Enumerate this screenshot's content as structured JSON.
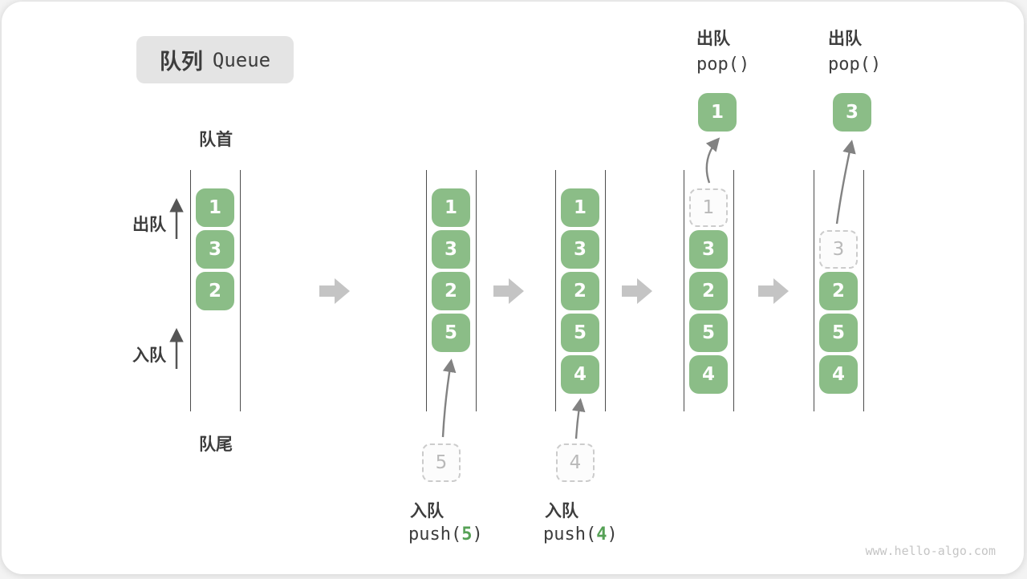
{
  "title": {
    "zh": "队列",
    "en": "Queue"
  },
  "side_labels": {
    "front": "队首",
    "rear": "队尾",
    "dequeue": "出队",
    "enqueue": "入队"
  },
  "watermark": "www.hello-algo.com",
  "colors": {
    "box_green": "#8bbd87",
    "accent_green": "#56a156",
    "text_dark": "#3d3d3d",
    "rail": "#4c4c4c",
    "curve_arrow": "#828282",
    "side_arrow": "#555555",
    "block_arrow": "#c4c4c4",
    "ghost_border": "#cccccc",
    "ghost_text": "#b9b9b9",
    "title_bg": "#e4e4e4",
    "watermark_color": "#c5c5c5"
  },
  "queues": [
    {
      "slots": [
        {
          "value": "1"
        },
        {
          "value": "3"
        },
        {
          "value": "2"
        }
      ]
    },
    {
      "slots": [
        {
          "value": "1"
        },
        {
          "value": "3"
        },
        {
          "value": "2"
        },
        {
          "value": "5"
        }
      ],
      "ghost": {
        "value": "5"
      },
      "op": {
        "label": "入队",
        "code_open": "push(",
        "arg": "5",
        "code_close": ")"
      }
    },
    {
      "slots": [
        {
          "value": "1"
        },
        {
          "value": "3"
        },
        {
          "value": "2"
        },
        {
          "value": "5"
        },
        {
          "value": "4"
        }
      ],
      "ghost": {
        "value": "4"
      },
      "op": {
        "label": "入队",
        "code_open": "push(",
        "arg": "4",
        "code_close": ")"
      }
    },
    {
      "ghost": {
        "value": "1"
      },
      "slots": [
        {
          "value": "3"
        },
        {
          "value": "2"
        },
        {
          "value": "5"
        },
        {
          "value": "4"
        }
      ],
      "popped": {
        "value": "1"
      },
      "op": {
        "label": "出队",
        "code": "pop()"
      }
    },
    {
      "ghost": {
        "value": "3"
      },
      "slots": [
        {
          "value": "2"
        },
        {
          "value": "5"
        },
        {
          "value": "4"
        }
      ],
      "popped": {
        "value": "3"
      },
      "op": {
        "label": "出队",
        "code": "pop()"
      }
    }
  ]
}
